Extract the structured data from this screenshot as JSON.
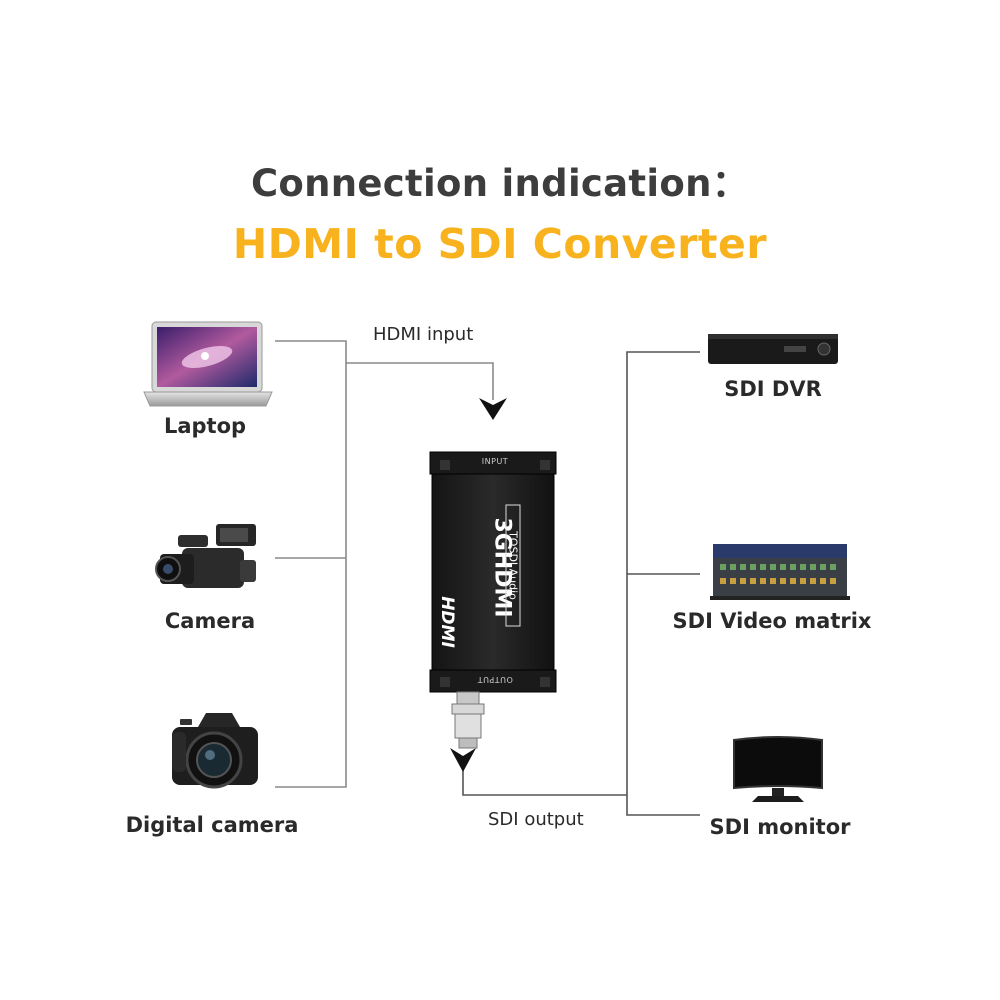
{
  "title": {
    "line1": "Connection indication：",
    "line2": "HDMI to SDI Converter"
  },
  "colors": {
    "title_dark": "#3d3d3d",
    "title_accent": "#f7b21e",
    "connector_line": "#8a8a8a"
  },
  "inputs": [
    {
      "label": "Laptop",
      "icon": "laptop-icon"
    },
    {
      "label": "Camera",
      "icon": "camcorder-icon"
    },
    {
      "label": "Digital camera",
      "icon": "dslr-camera-icon"
    }
  ],
  "outputs": [
    {
      "label": "SDI DVR",
      "icon": "dvr-icon"
    },
    {
      "label": "SDI Video matrix",
      "icon": "video-matrix-icon"
    },
    {
      "label": "SDI monitor",
      "icon": "monitor-icon"
    }
  ],
  "flow": {
    "input_label": "HDMI input",
    "output_label": "SDI output"
  },
  "device": {
    "top_port_text": "INPUT",
    "bottom_port_text": "OUTPUT",
    "brand_text": "HDMI",
    "model_text": "3GHDMI",
    "sub_text": "TOSDI Audio"
  }
}
